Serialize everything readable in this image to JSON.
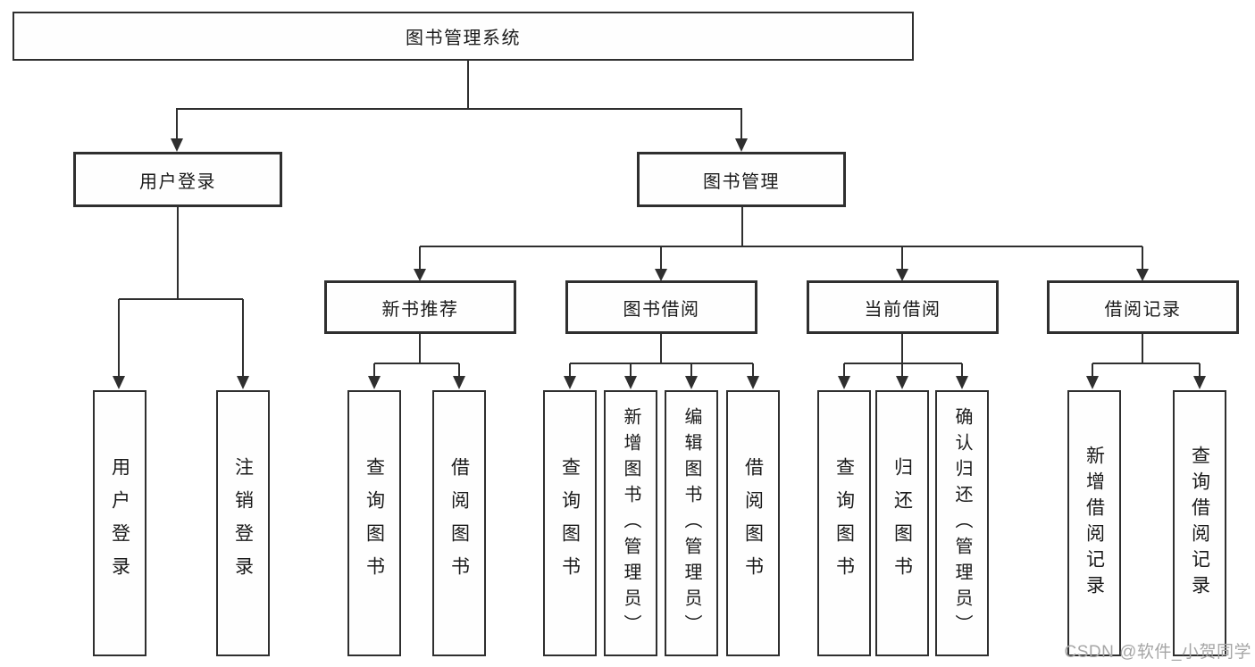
{
  "colors": {
    "line": "#2f2f2f",
    "box_border": "#2f2f2f",
    "text": "#1a1a1a",
    "watermark": "#a6a6a6",
    "background": "#ffffff"
  },
  "diagram": {
    "root": {
      "label": "图书管理系统"
    },
    "branches": [
      {
        "label": "用户登录",
        "children": [
          {
            "label": "用户登录"
          },
          {
            "label": "注销登录"
          }
        ]
      },
      {
        "label": "图书管理",
        "children": [
          {
            "label": "新书推荐",
            "children": [
              {
                "label": "查询图书"
              },
              {
                "label": "借阅图书"
              }
            ]
          },
          {
            "label": "图书借阅",
            "children": [
              {
                "label": "查询图书"
              },
              {
                "label": "新增图书（管理员）"
              },
              {
                "label": "编辑图书（管理员）"
              },
              {
                "label": "借阅图书"
              }
            ]
          },
          {
            "label": "当前借阅",
            "children": [
              {
                "label": "查询图书"
              },
              {
                "label": "归还图书"
              },
              {
                "label": "确认归还（管理员）"
              }
            ]
          },
          {
            "label": "借阅记录",
            "children": [
              {
                "label": "新增借阅记录"
              },
              {
                "label": "查询借阅记录"
              }
            ]
          }
        ]
      }
    ]
  },
  "watermark": {
    "text": "CSDN @软件_小贺同学"
  }
}
